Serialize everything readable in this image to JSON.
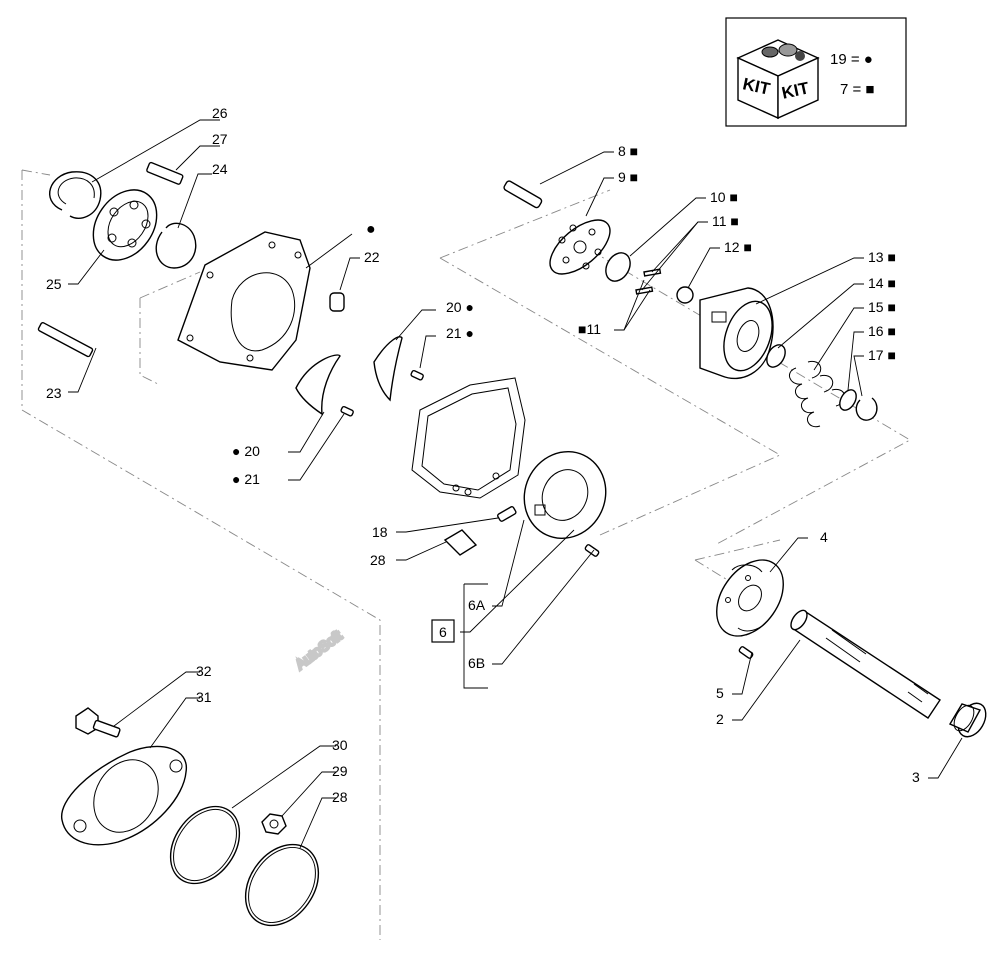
{
  "kit_legend": {
    "box_words": [
      "KIT",
      "KIT"
    ],
    "row1": "19 = ●",
    "row2": "7 = ■"
  },
  "watermark": "AutoSoft",
  "labels": {
    "l26": "26",
    "l27": "27",
    "l24": "24",
    "l25": "25",
    "l23": "23",
    "l22": "22",
    "ldot22": "●",
    "l20a": "20 ●",
    "l21a": "21 ●",
    "l20b": "● 20",
    "l21b": "● 21",
    "l18": "18",
    "l28a": "28",
    "l8": "8 ■",
    "l9": "9 ■",
    "l10": "10 ■",
    "l11a": "11 ■",
    "l12": "12 ■",
    "l11b": "■11",
    "l13": "13 ■",
    "l14": "14 ■",
    "l15": "15 ■",
    "l16": "16 ■",
    "l17": "17 ■",
    "l6a": "6A",
    "l6": "6",
    "l6b": "6B",
    "l4": "4",
    "l5": "5",
    "l2": "2",
    "l3": "3",
    "l32": "32",
    "l31": "31",
    "l30": "30",
    "l29": "29",
    "l28b": "28"
  }
}
